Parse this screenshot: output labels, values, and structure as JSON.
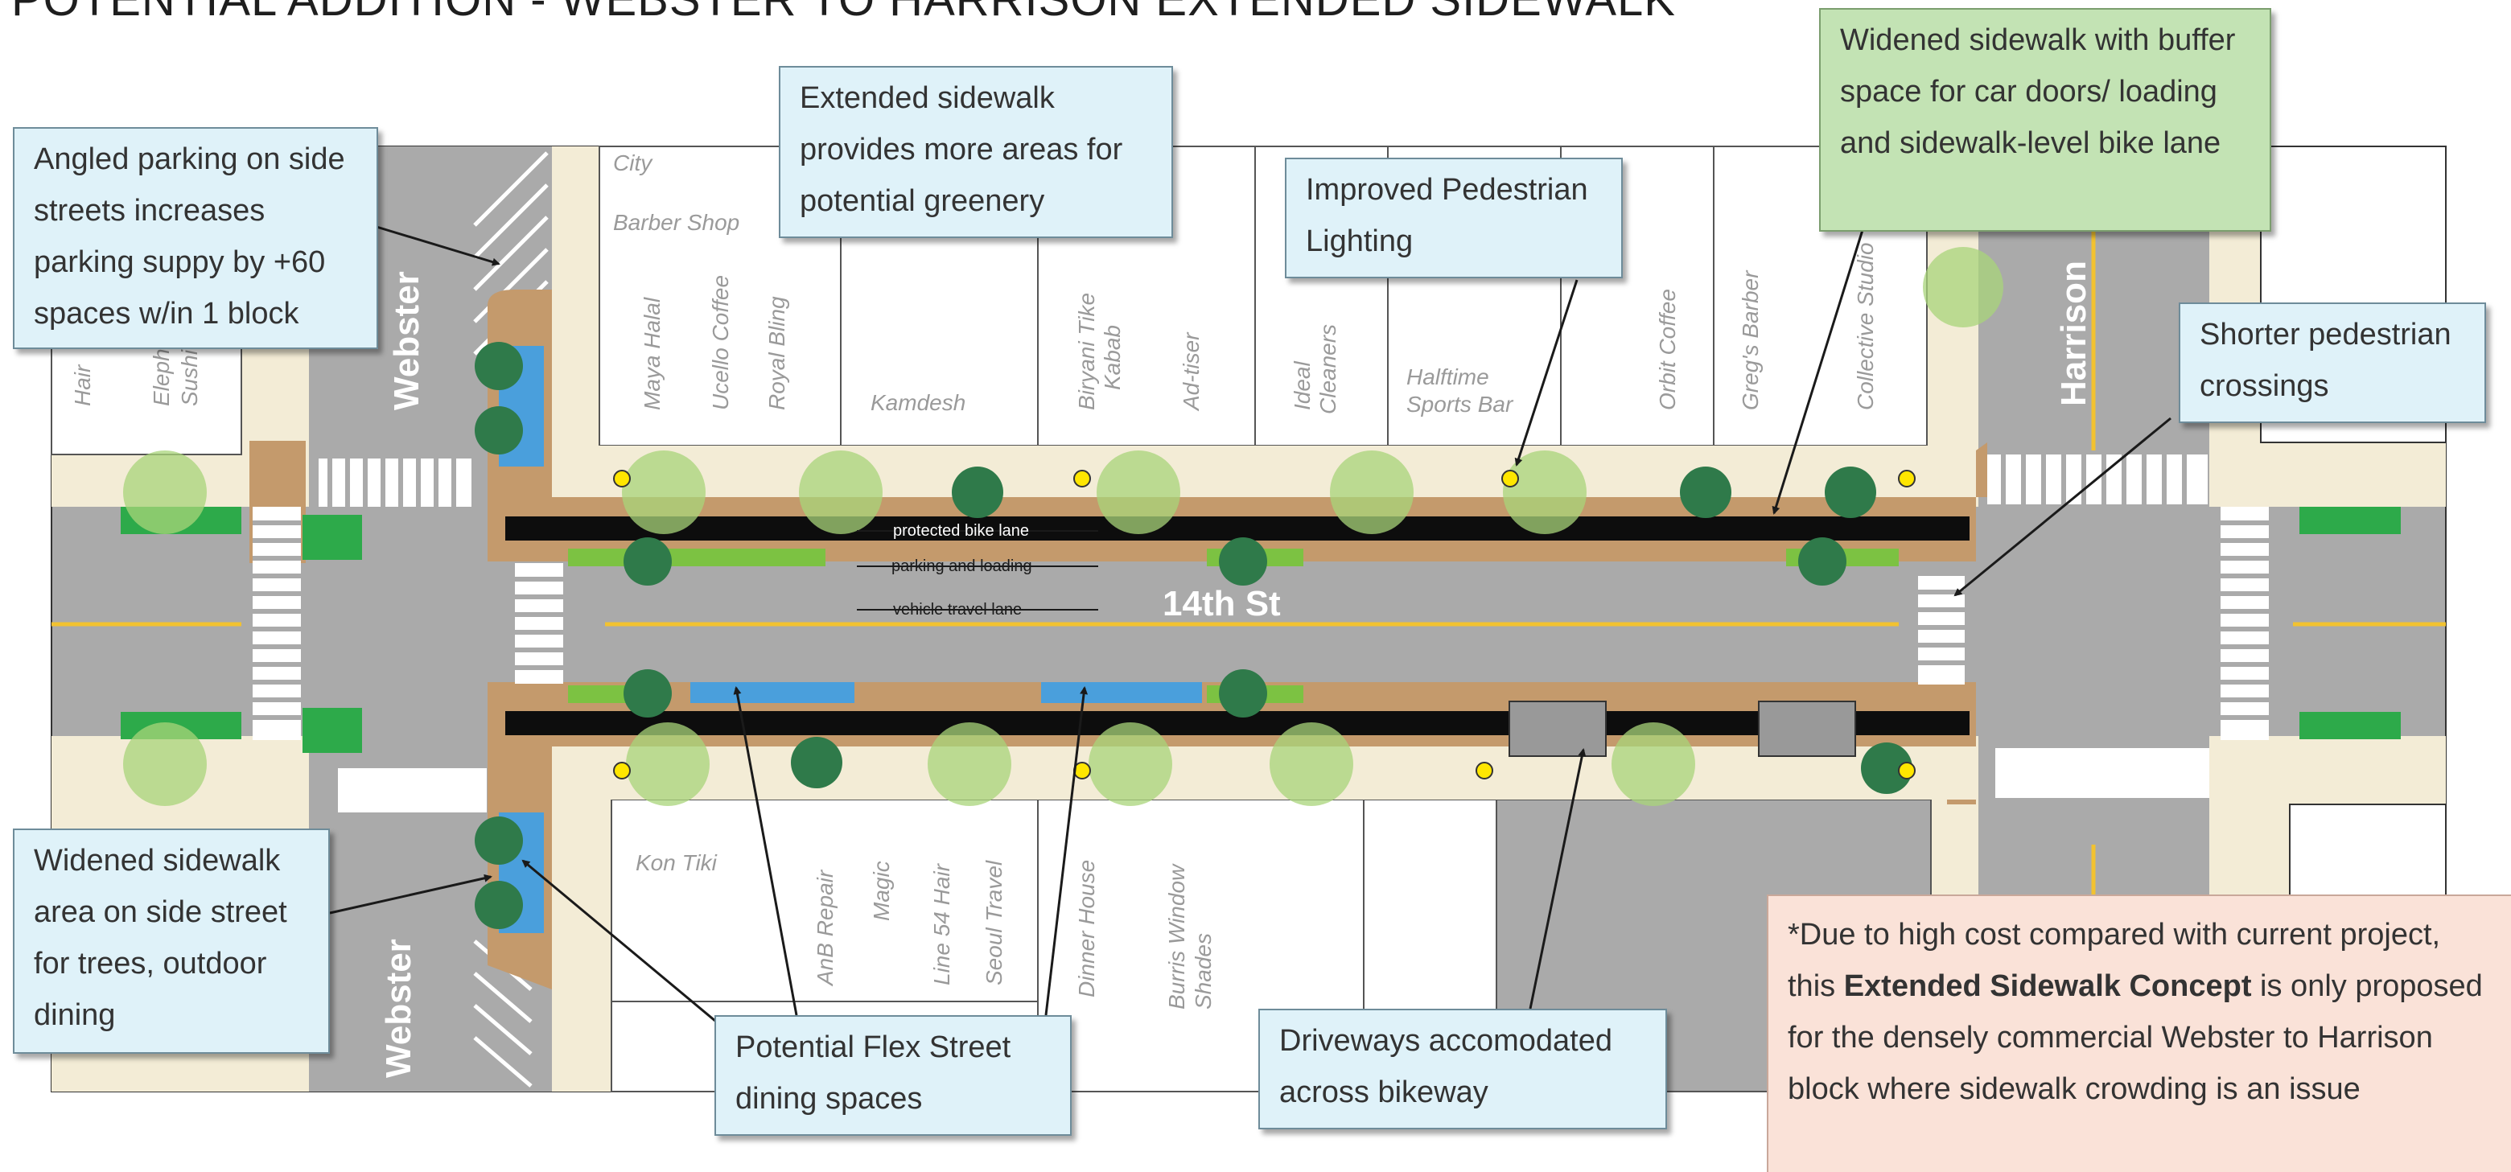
{
  "title": "POTENTIAL ADDITION - WEBSTER TO HARRISON EXTENDED SIDEWALK*",
  "callouts": {
    "angled_parking": "Angled parking on side streets increases parking suppy by +60 spaces w/in 1 block",
    "extended_sidewalk": "Extended sidewalk provides more areas for potential greenery",
    "pedestrian_lighting": "Improved Pedestrian Lighting",
    "widened_sidewalk_buffer": "Widened sidewalk with buffer space for car doors/ loading and sidewalk-level bike lane",
    "shorter_crossings": "Shorter pedestrian crossings",
    "widened_side_street": "Widened sidewalk area on side street for trees, outdoor dining",
    "flex_street": "Potential Flex Street dining spaces",
    "driveways": "Driveways accomodated across bikeway"
  },
  "note": {
    "before": "*Due to high cost compared with current project, this ",
    "bold": "Extended Sidewalk Concept",
    "after": " is only proposed for the densely commercial Webster to Harrison block where sidewalk crowding is an issue"
  },
  "streets": {
    "main": "14th St",
    "west": "Webster",
    "east": "Harrison"
  },
  "lane_labels": {
    "bike": "protected bike lane",
    "parking": "parking and loading",
    "travel": "vehicle travel lane"
  },
  "businesses": {
    "north": [
      "City",
      "Barber Shop",
      "Maya Halal",
      "Ucello Coffee",
      "Royal Bling",
      "Kamdesh",
      "Biryani Tike",
      "Kabab",
      "Ad-tiser",
      "Ideal",
      "Cleaners",
      "Halftime",
      "Sports Bar",
      "Orbit Coffee",
      "Greg's Barber",
      "Collective Studio"
    ],
    "south": [
      "Kon Tiki",
      "AnB Repair",
      "Magic",
      "Line 54 Hair",
      "Seoul Travel",
      "Dinner House",
      "Burris Window",
      "Shades"
    ],
    "west": [
      "Hair",
      "Elephant",
      "Sushi"
    ]
  },
  "colors": {
    "sidewalk": "#f3ecd6",
    "road": "#aaaaaa",
    "bikeway": "#0d0d0d",
    "buffer": "#c49a6c",
    "green_strip": "#7cc242",
    "flex_dining": "#4a9fdc",
    "callout_blue": "#dff2f9",
    "callout_green": "#c3e3b4",
    "note_bg": "#fae2d8",
    "yellow_line": "#f2c230"
  }
}
